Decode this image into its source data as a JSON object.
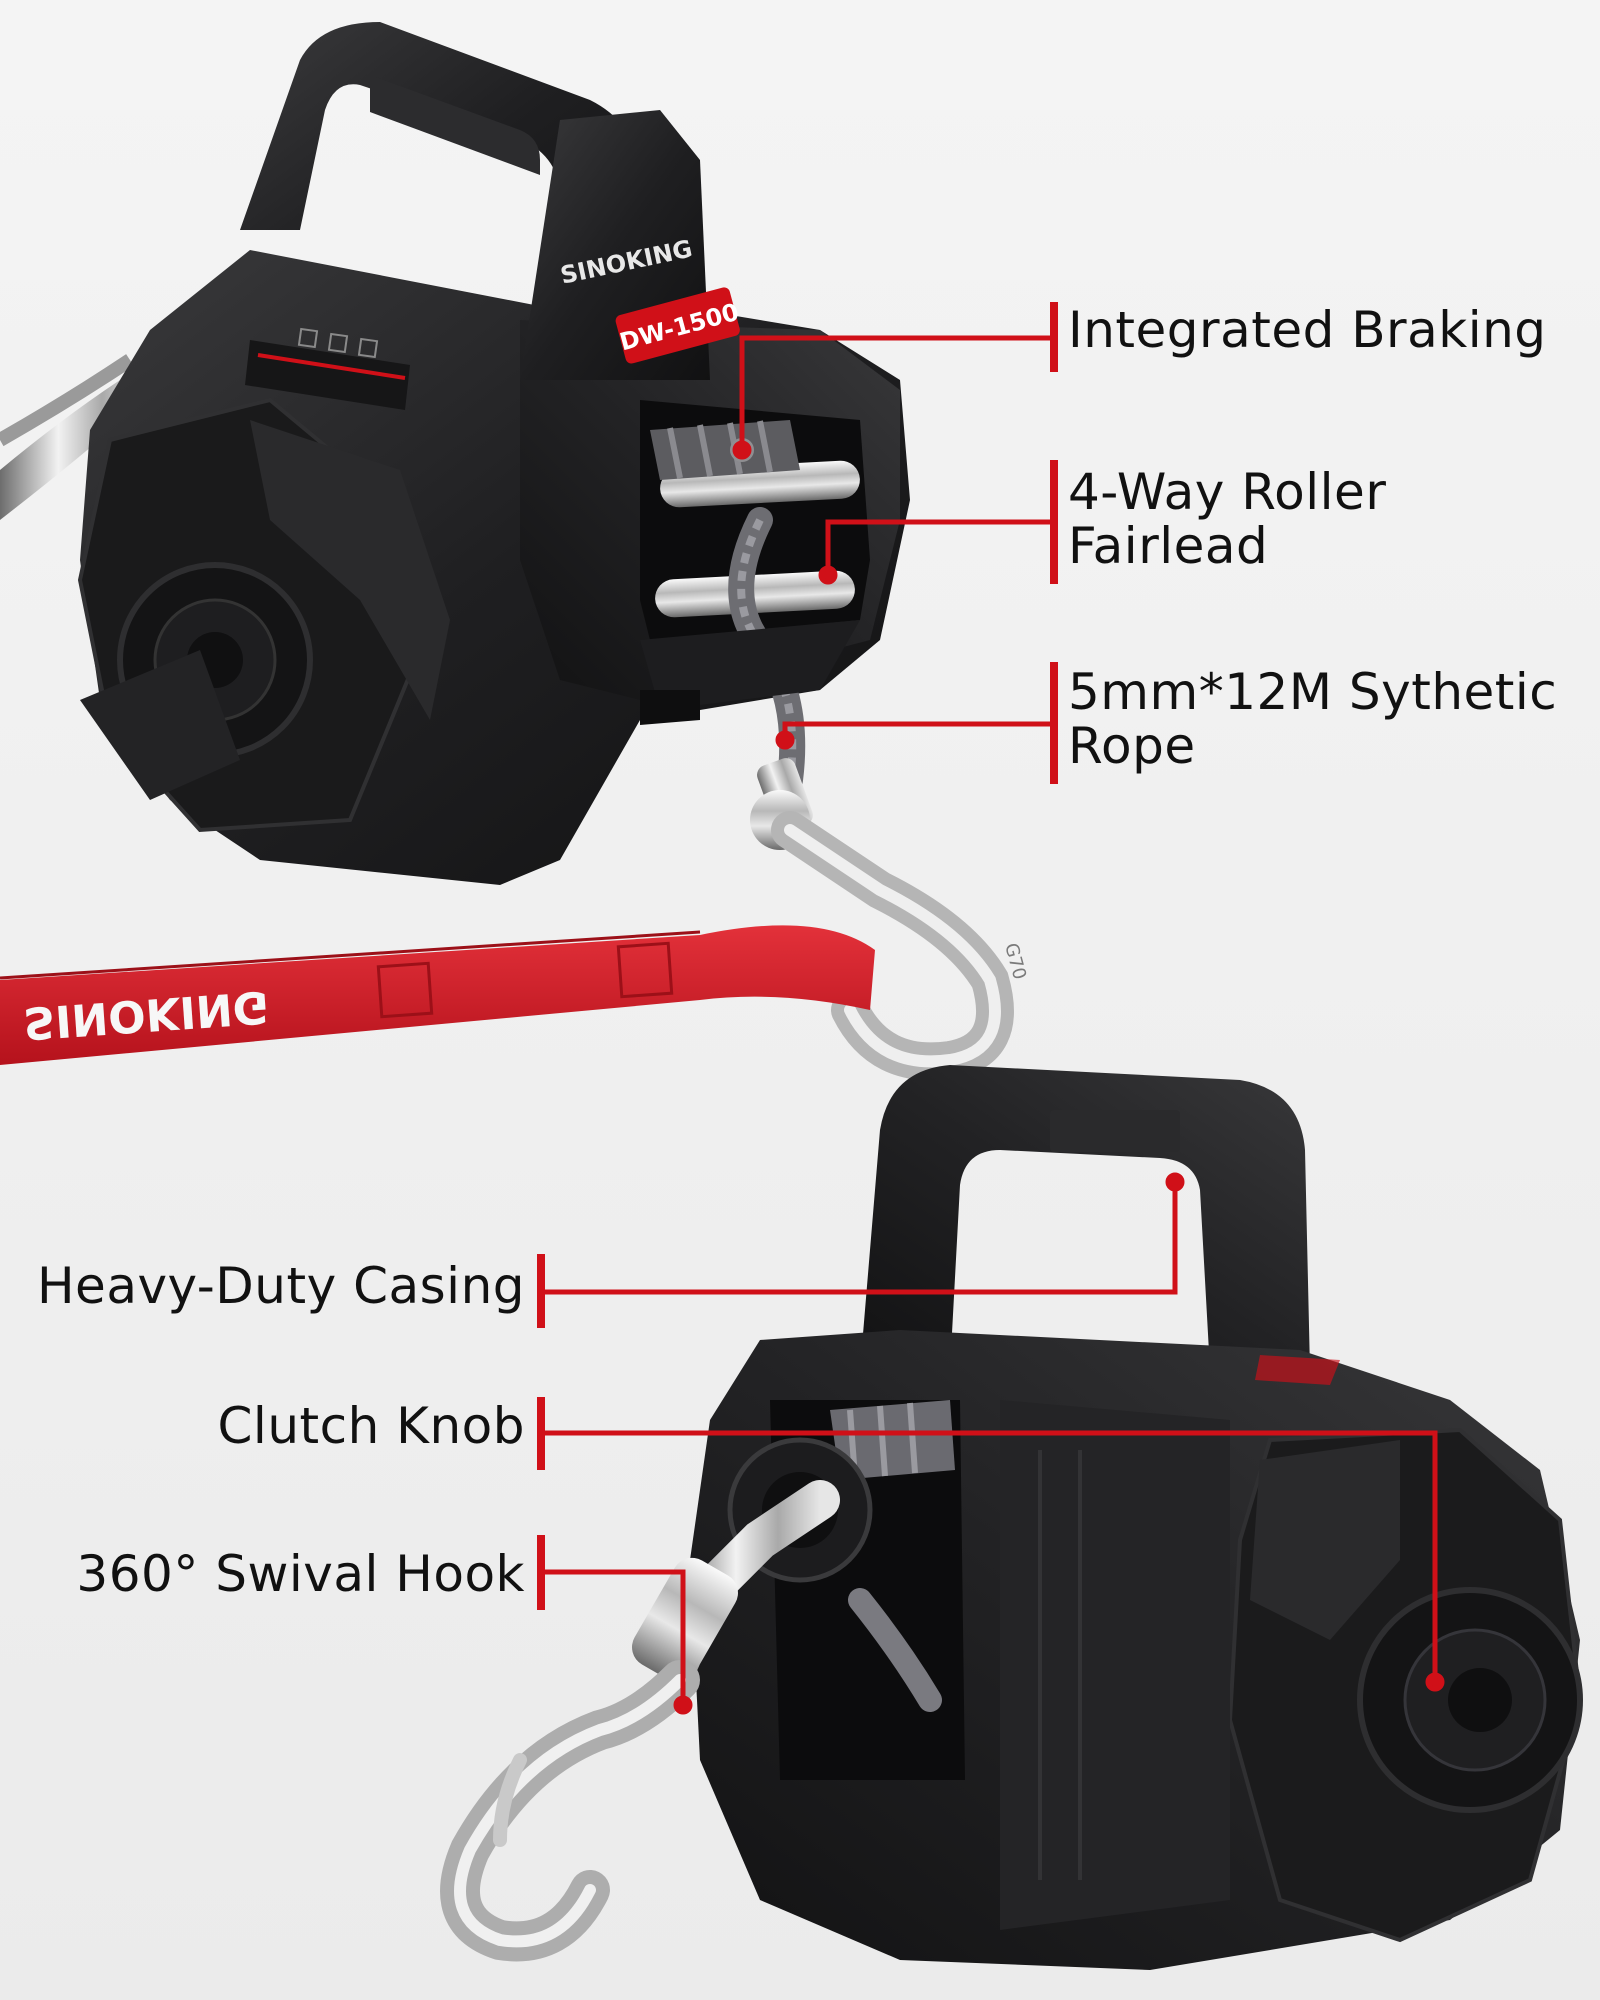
{
  "brand": "SINOKING",
  "model": "DW-1500",
  "strap_text": "SINOKING",
  "hook_mark": "G70",
  "accent_color": "#d01018",
  "callouts": {
    "integrated_braking": "Integrated Braking",
    "roller_fairlead_line1": "4-Way Roller",
    "roller_fairlead_line2": "Fairlead",
    "rope_line1": "5mm*12M Sythetic",
    "rope_line2": "Rope",
    "heavy_duty_casing": "Heavy-Duty Casing",
    "clutch_knob": "Clutch Knob",
    "swivel_hook": "360° Swival Hook"
  }
}
